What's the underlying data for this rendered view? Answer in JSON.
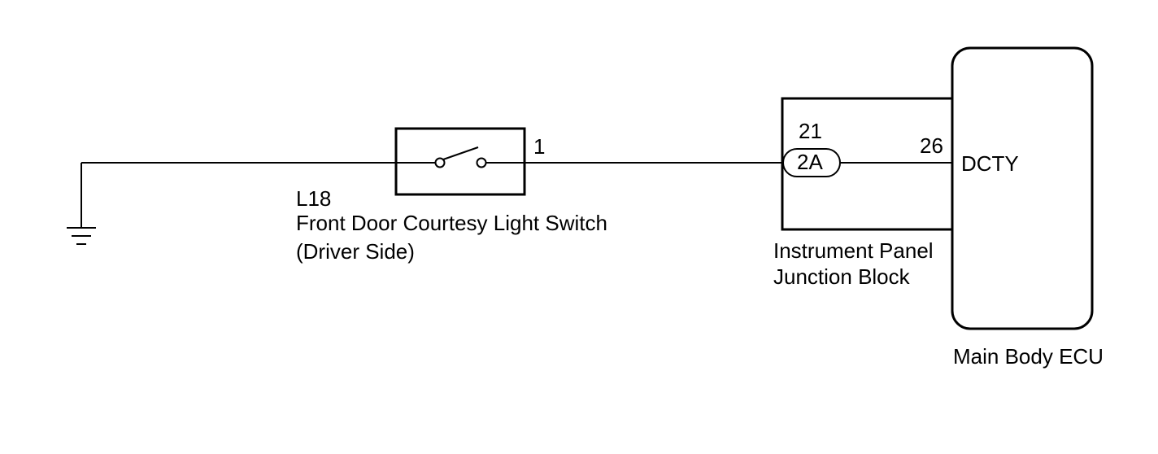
{
  "switch": {
    "code": "L18",
    "name_line1": "Front Door Courtesy Light Switch",
    "name_line2": "(Driver Side)",
    "pin": "1"
  },
  "junction_block": {
    "name_line1": "Instrument Panel",
    "name_line2": "Junction Block",
    "connector": "2A",
    "pin_in": "21",
    "pin_out": "26"
  },
  "ecu": {
    "name": "Main Body ECU",
    "terminal": "DCTY"
  },
  "ground": {
    "icon": "ground-icon"
  }
}
